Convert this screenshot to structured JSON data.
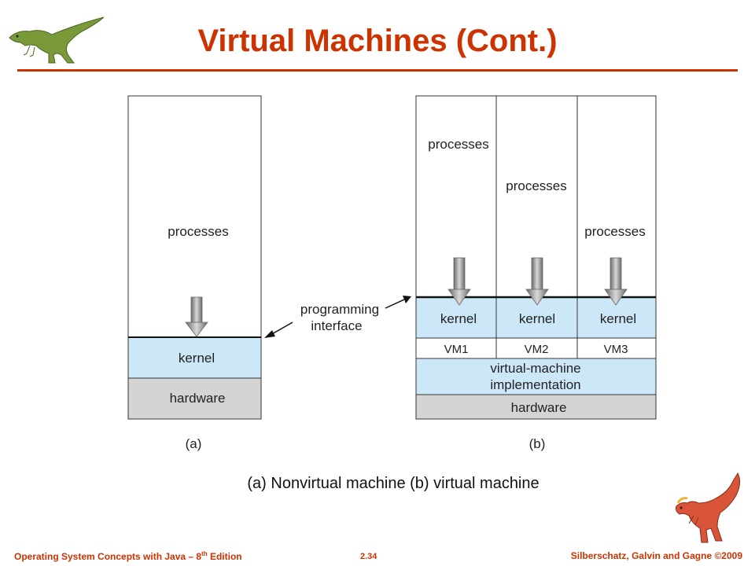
{
  "slide": {
    "title": "Virtual Machines (Cont.)",
    "caption": "(a) Nonvirtual machine (b) virtual machine",
    "footer_left_pre": "Operating System Concepts  with Java – 8",
    "footer_left_sup": "th",
    "footer_left_post": " Edition",
    "footer_center": "2.34",
    "footer_right": "Silberschatz, Galvin and Gagne ©2009"
  },
  "diagram_a": {
    "label": "(a)",
    "processes": "processes",
    "kernel": "kernel",
    "hardware": "hardware"
  },
  "callout": {
    "line1": "programming",
    "line2": "interface"
  },
  "diagram_b": {
    "label": "(b)",
    "processes": [
      "processes",
      "processes",
      "processes"
    ],
    "kernels": [
      "kernel",
      "kernel",
      "kernel"
    ],
    "vms": [
      "VM1",
      "VM2",
      "VM3"
    ],
    "vm_impl_line1": "virtual-machine",
    "vm_impl_line2": "implementation",
    "hardware": "hardware"
  },
  "colors": {
    "title": "#cc3300",
    "kernel_fill": "#cce8f8",
    "hardware_fill": "#d4d4d4",
    "arrow": "#8c8c8c"
  }
}
